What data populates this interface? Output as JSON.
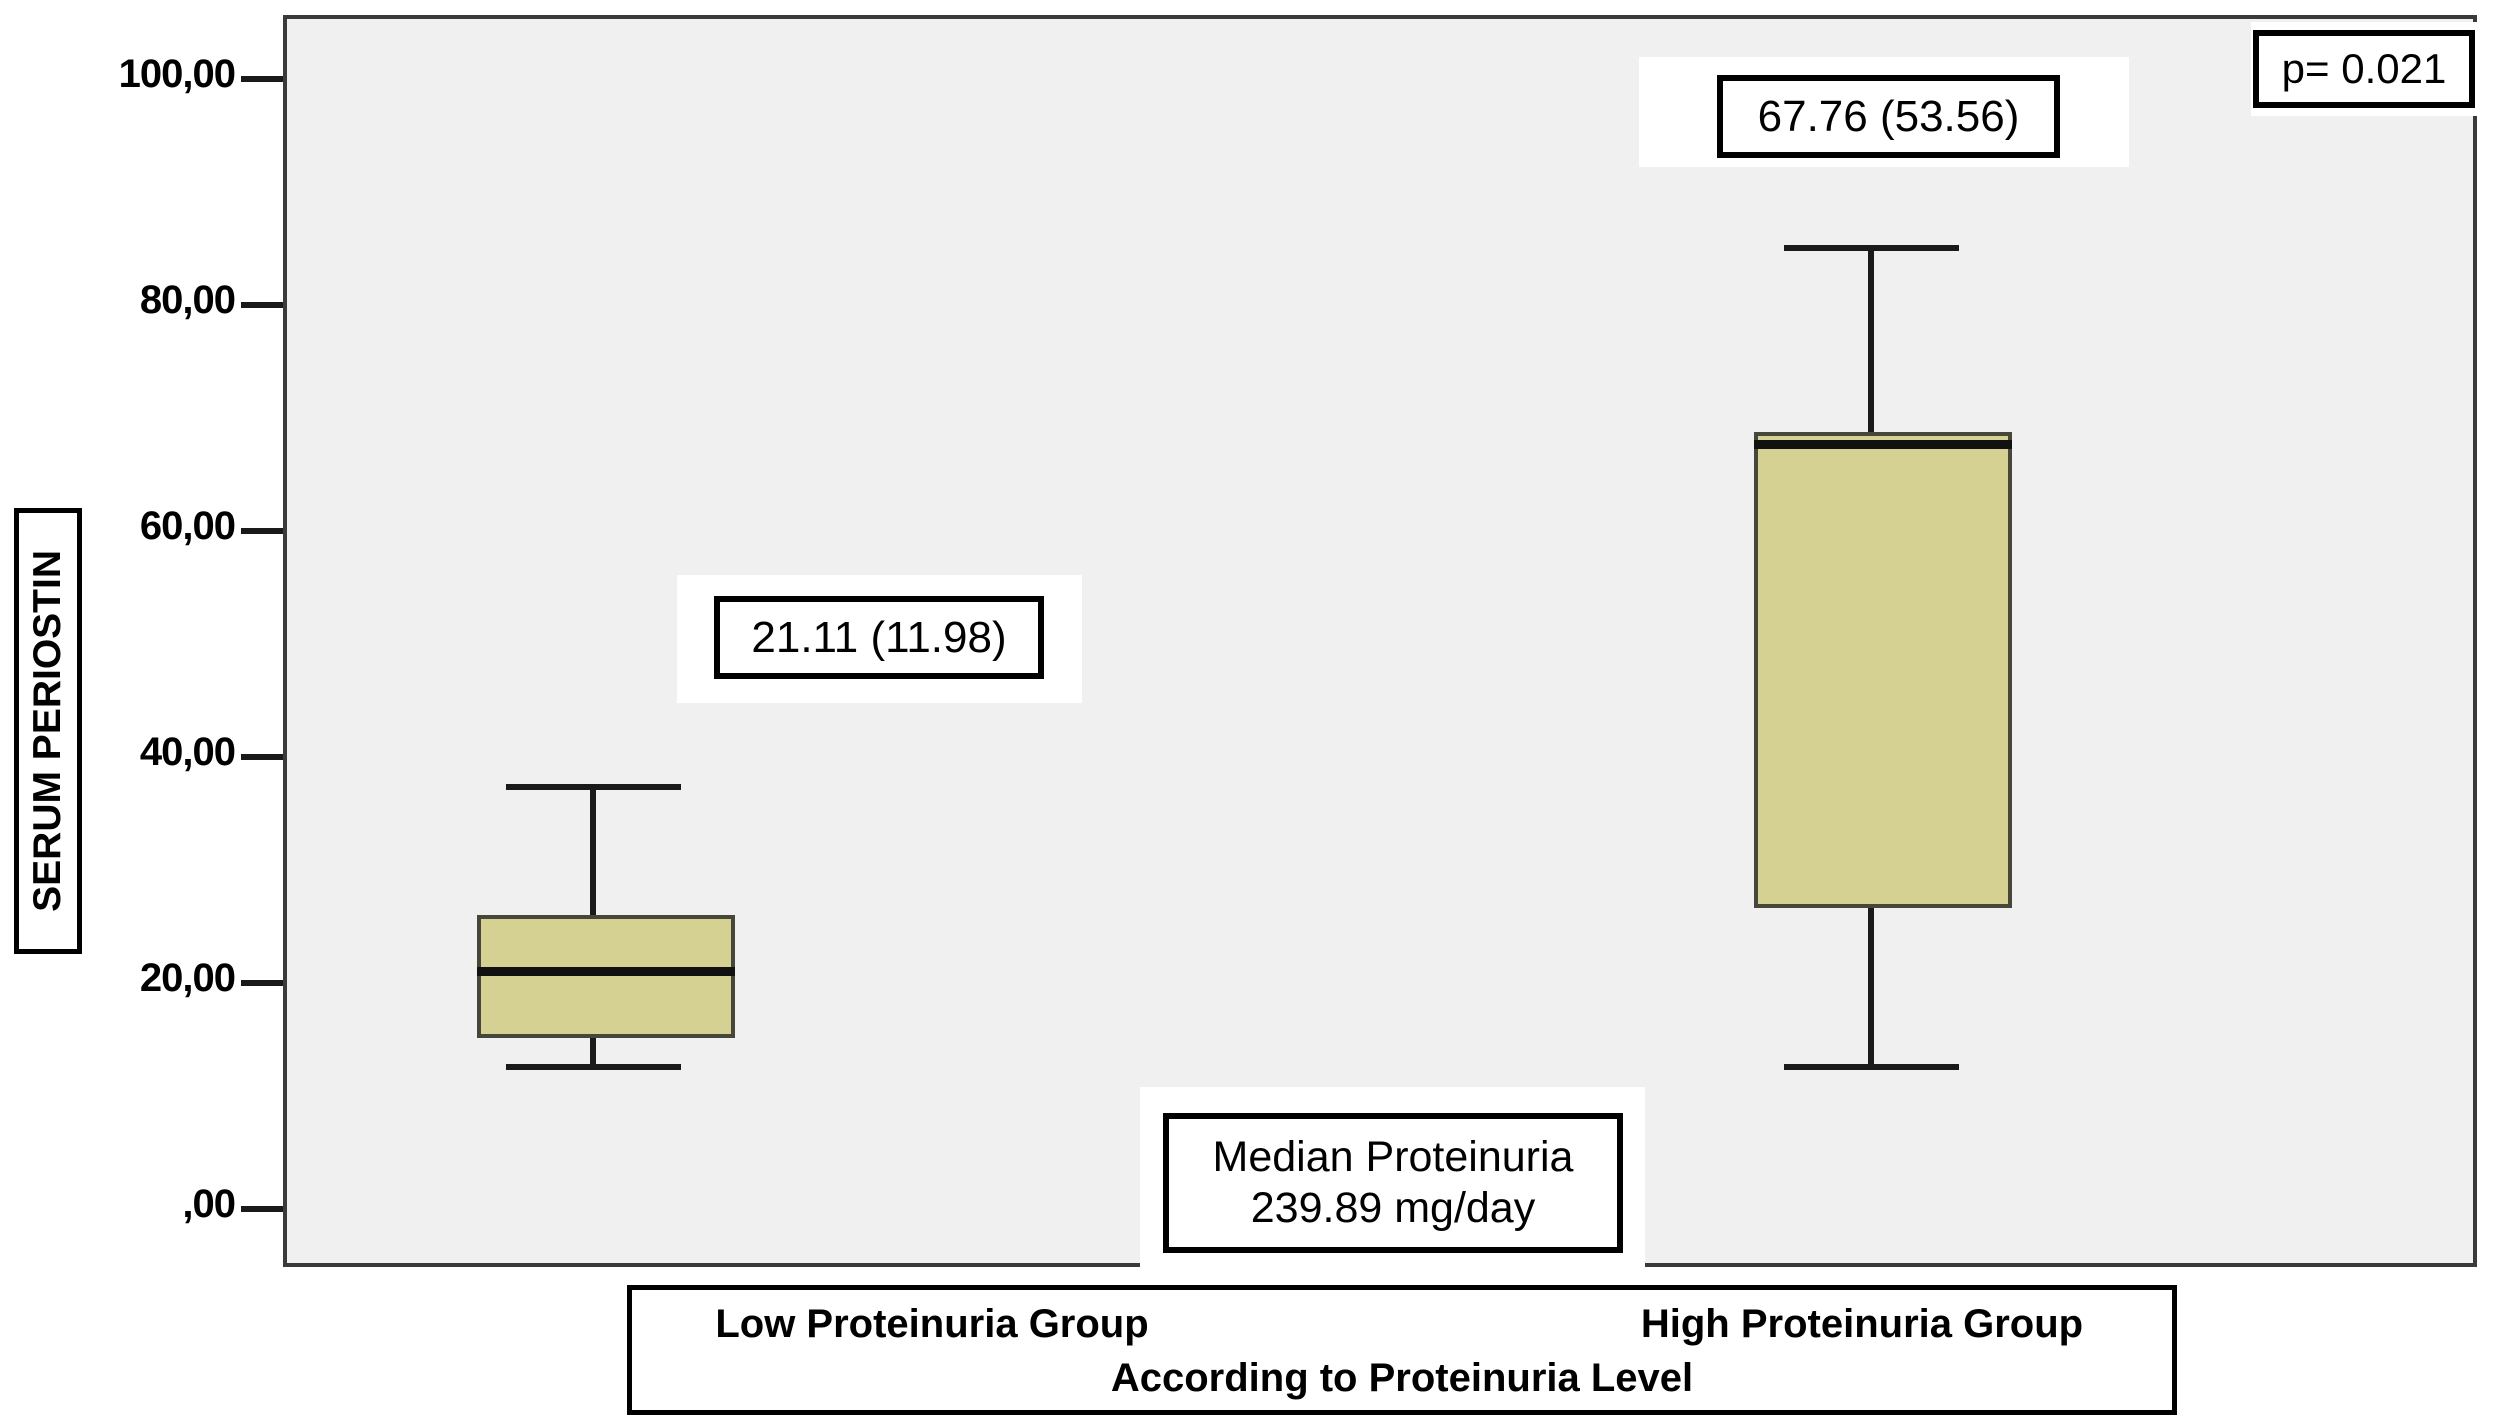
{
  "chart_data": {
    "type": "box",
    "title": "",
    "xlabel": "According to Proteinuria Level",
    "ylabel": "SERUM PERIOSTIN",
    "ylim": [
      0,
      100
    ],
    "yticks": [
      ".00",
      "20,00",
      "40,00",
      "60,00",
      "80,00",
      "100,00"
    ],
    "ytick_values": [
      0,
      20,
      40,
      60,
      80,
      100
    ],
    "grid": false,
    "legend": "none",
    "categories": [
      "Low Proteinuria Group",
      "High Proteinuria Group"
    ],
    "box_fill_color": "#d4d193",
    "box_line_color": "#46463a",
    "plot_background_color": "#f0f0f0",
    "series": [
      {
        "name": "Low Proteinuria Group",
        "whisker_low": 12.9,
        "q1": 15.6,
        "median": 21.4,
        "q3": 26.1,
        "whisker_high": 37.7,
        "label": "21.11 (11.98)"
      },
      {
        "name": "High Proteinuria Group",
        "whisker_low": 12.8,
        "q1": 19.8,
        "median": 68.2,
        "q3": 68.9,
        "whisker_high": 85.4,
        "label": "67.76 (53.56)"
      }
    ],
    "annotations": [
      {
        "name": "low-group-median-iqr",
        "text": "21.11 (11.98)"
      },
      {
        "name": "high-group-median-iqr",
        "text": "67.76 (53.56)"
      },
      {
        "name": "p-value",
        "text": "p= 0.021"
      },
      {
        "name": "median-proteinuria",
        "line1": "Median Proteinuria",
        "line2": "239.89 mg/day"
      }
    ]
  },
  "axes": {
    "y": {
      "title": "SERUM PERIOSTIN",
      "ticks": [
        {
          "label": "100,00",
          "value": 100
        },
        {
          "label": "80,00",
          "value": 80
        },
        {
          "label": "60,00",
          "value": 60
        },
        {
          "label": "40,00",
          "value": 40
        },
        {
          "label": "20,00",
          "value": 20
        },
        {
          "label": ",00",
          "value": 0
        }
      ]
    },
    "x": {
      "title": "According to Proteinuria Level",
      "groups": [
        {
          "label": "Low Proteinuria Group"
        },
        {
          "label": "High Proteinuria Group"
        }
      ]
    }
  },
  "callouts": {
    "low_stat": "21.11 (11.98)",
    "high_stat": "67.76 (53.56)",
    "p_value": "p= 0.021",
    "median_proteinuria_line1": "Median Proteinuria",
    "median_proteinuria_line2": "239.89 mg/day"
  }
}
